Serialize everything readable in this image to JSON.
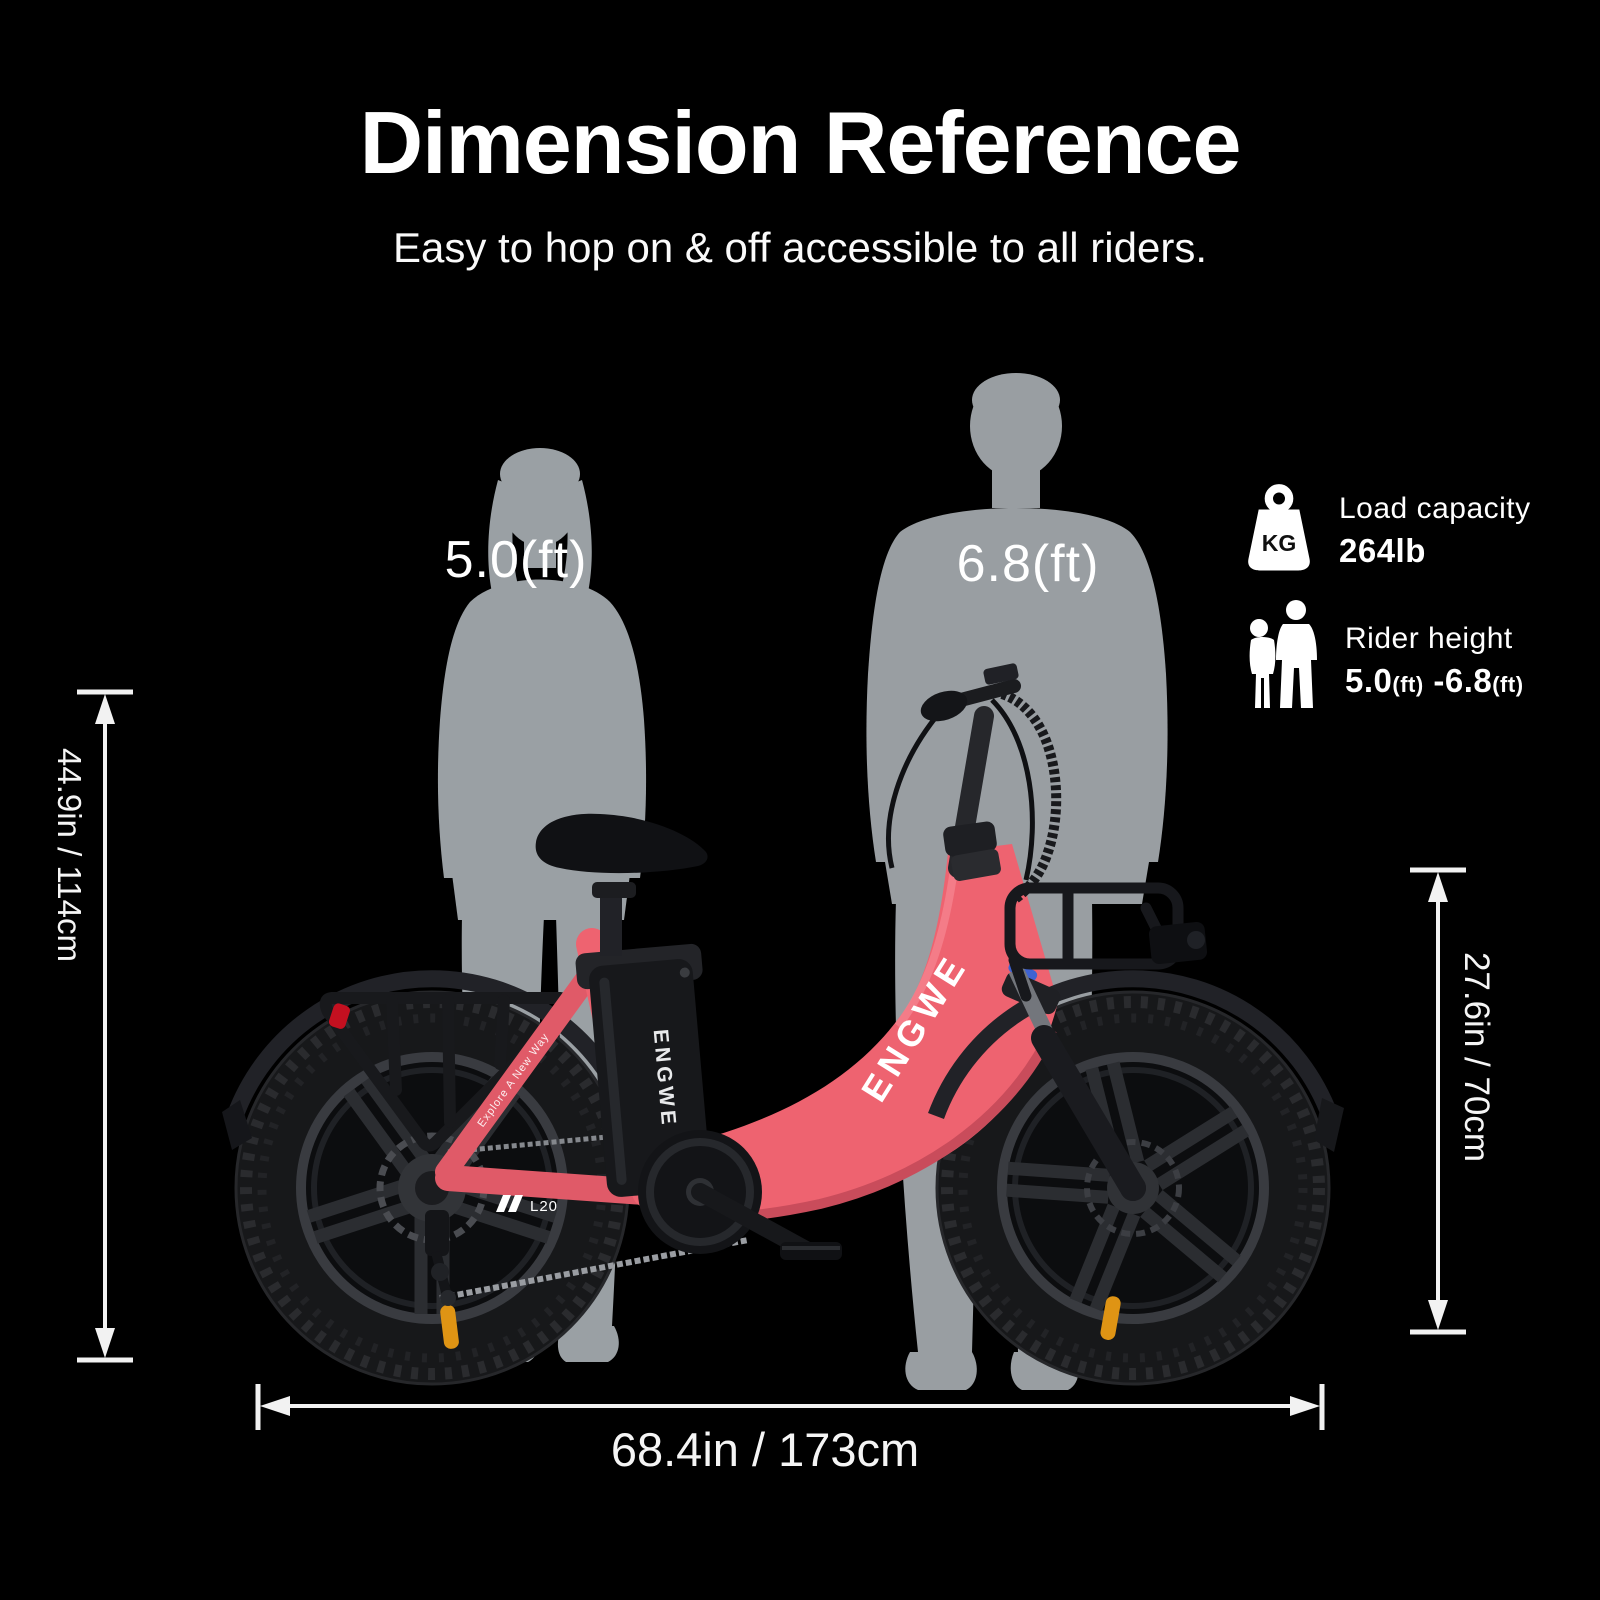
{
  "header": {
    "title": "Dimension Reference",
    "subtitle": "Easy to hop on & off accessible to all riders."
  },
  "figures": {
    "female_height_label": "5.0(ft)",
    "male_height_label": "6.8(ft)"
  },
  "specs": {
    "load_capacity": {
      "icon_text": "KG",
      "label": "Load capacity",
      "value": "264lb"
    },
    "rider_height": {
      "label": "Rider height",
      "min_value": "5.0",
      "min_unit": "(ft)",
      "separator": " -",
      "max_value": "6.8",
      "max_unit": "(ft)"
    }
  },
  "dimensions": {
    "overall_height": "44.9in / 114cm",
    "front_height": "27.6in / 70cm",
    "overall_length": "68.4in / 173cm"
  },
  "bike": {
    "frame_logo": "ENGWE",
    "battery_logo": "ENGWE",
    "model_label": "L20",
    "seatstay_text": "Explore A New Way"
  },
  "colors": {
    "background": "#000000",
    "silhouette": "#9aa0a4",
    "frame_pink": "#ee6370",
    "text": "#ffffff",
    "tail_light_red": "#c41020",
    "reflector_amber": "#df9414",
    "fork_accent_blue": "#3f63d2"
  }
}
